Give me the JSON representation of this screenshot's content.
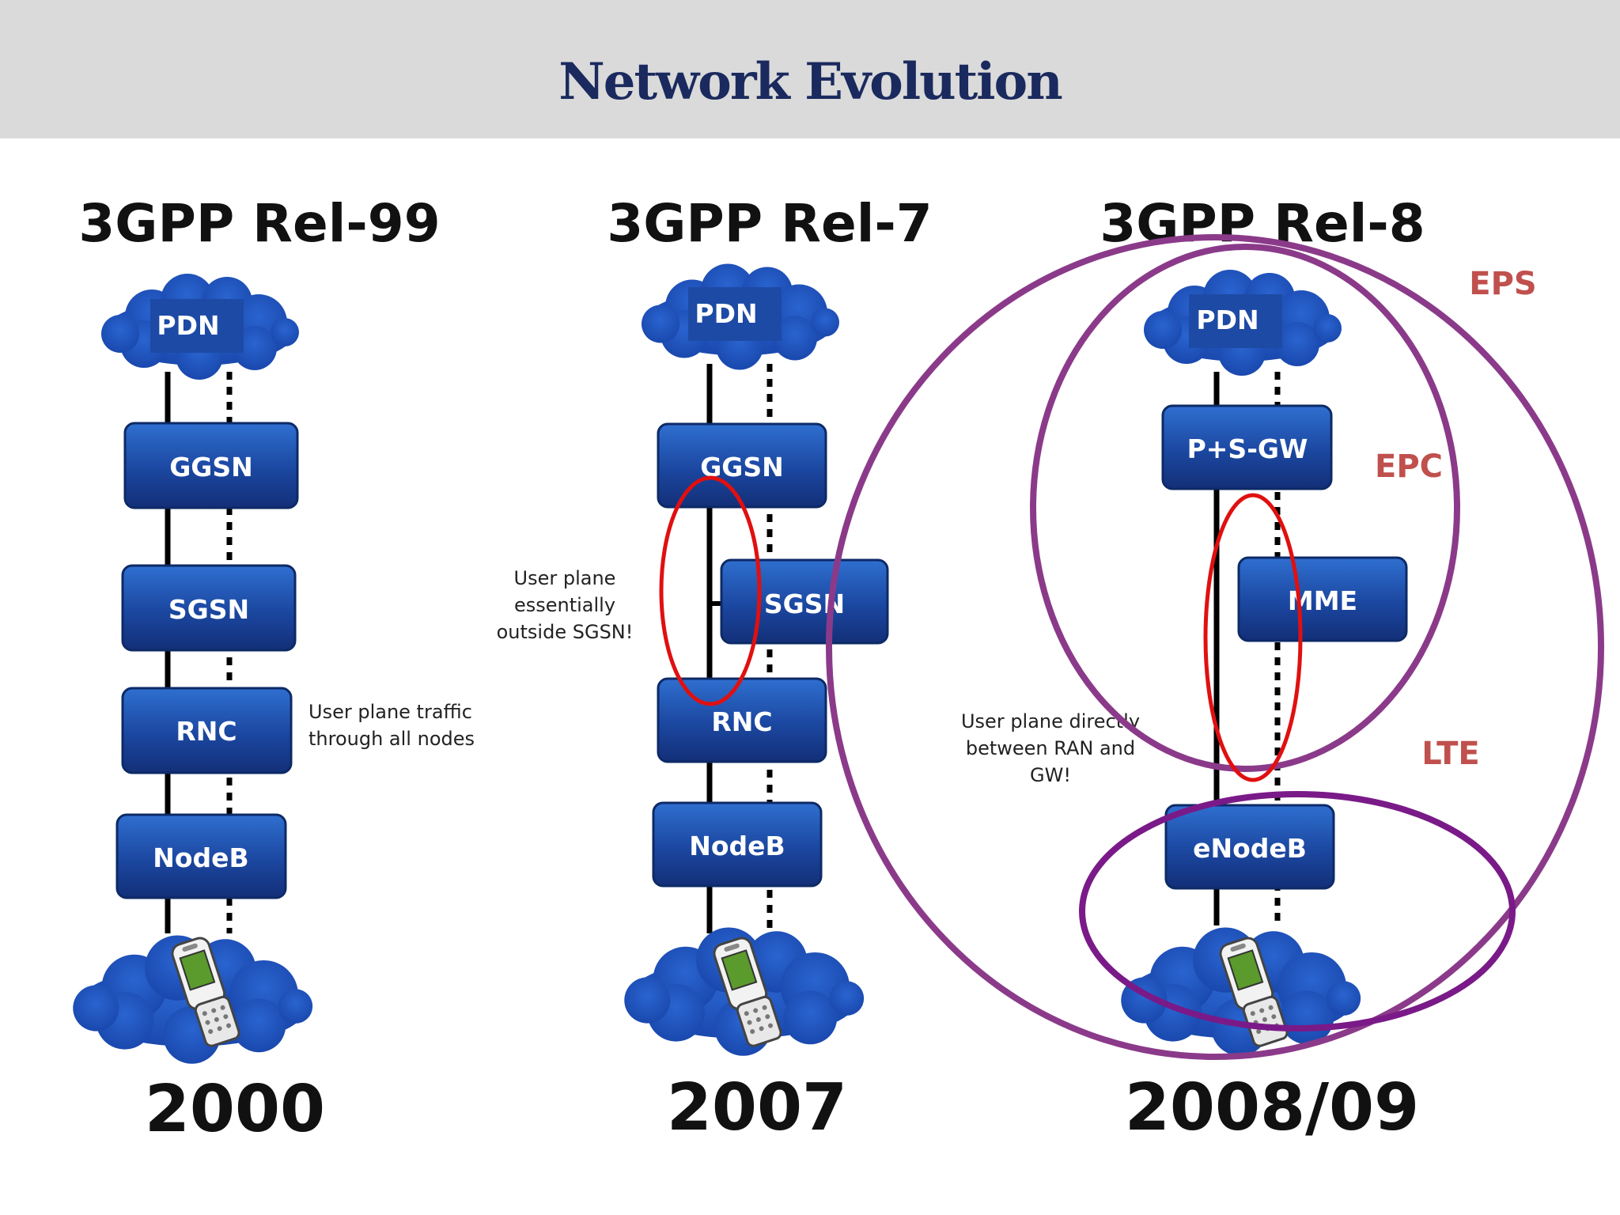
{
  "title": "Network Evolution",
  "colors": {
    "header_bg": "#dadada",
    "title": "#1a2a5e",
    "node_fill": "#1f4fa8",
    "cloud_fill": "#1c4fb0",
    "red_highlight": "#e01010",
    "purple_scope": "#8b3a8a",
    "lte_scope": "#7a1a88",
    "scope_label": "#c0504d"
  },
  "columns": [
    {
      "release": "3GPP Rel-99",
      "year": "2000",
      "nodes": {
        "pdn": "PDN",
        "ggsn": "GGSN",
        "sgsn": "SGSN",
        "rnc": "RNC",
        "nodeb": "NodeB"
      },
      "note": [
        "User plane traffic",
        "through all nodes"
      ]
    },
    {
      "release": "3GPP Rel-7",
      "year": "2007",
      "nodes": {
        "pdn": "PDN",
        "ggsn": "GGSN",
        "sgsn": "SGSN",
        "rnc": "RNC",
        "nodeb": "NodeB"
      },
      "note": [
        "User plane",
        "essentially",
        "outside SGSN!"
      ]
    },
    {
      "release": "3GPP Rel-8",
      "year": "2008/09",
      "nodes": {
        "pdn": "PDN",
        "psgw": "P+S-GW",
        "mme": "MME",
        "enodeb": "eNodeB"
      },
      "note": [
        "User plane directly",
        "between RAN and",
        "GW!"
      ],
      "scopes": {
        "eps": "EPS",
        "epc": "EPC",
        "lte": "LTE"
      }
    }
  ],
  "icons": {
    "cloud": "cloud-icon",
    "phone": "mobile-phone-icon"
  }
}
